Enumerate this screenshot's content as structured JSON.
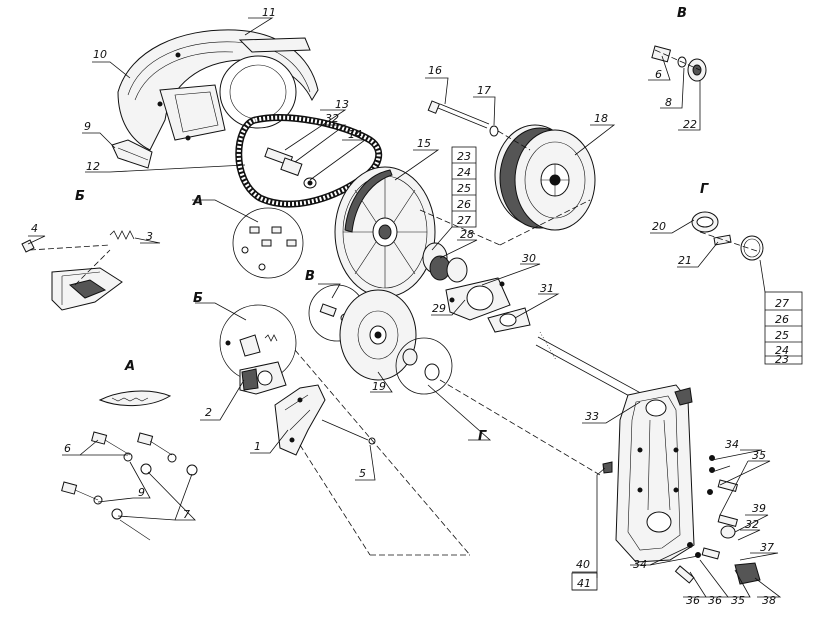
{
  "section_labels": {
    "A": "А",
    "B": "Б",
    "V": "В",
    "G": "Г"
  },
  "parts": {
    "p1": "1",
    "p2": "2",
    "p3": "3",
    "p4": "4",
    "p5": "5",
    "p6": "6",
    "p7": "7",
    "p8": "8",
    "p9": "9",
    "p10": "10",
    "p11": "11",
    "p12": "12",
    "p13": "13",
    "p14": "14",
    "p15": "15",
    "p16": "16",
    "p17": "17",
    "p18": "18",
    "p19": "19",
    "p20": "20",
    "p21": "21",
    "p22": "22",
    "p23": "23",
    "p24": "24",
    "p25": "25",
    "p26": "26",
    "p27": "27",
    "p28": "28",
    "p29": "29",
    "p30": "30",
    "p31": "31",
    "p32": "32",
    "p33": "33",
    "p34": "34",
    "p35": "35",
    "p36": "36",
    "p37": "37",
    "p38": "38",
    "p39": "39",
    "p40": "40",
    "p41": "41"
  }
}
